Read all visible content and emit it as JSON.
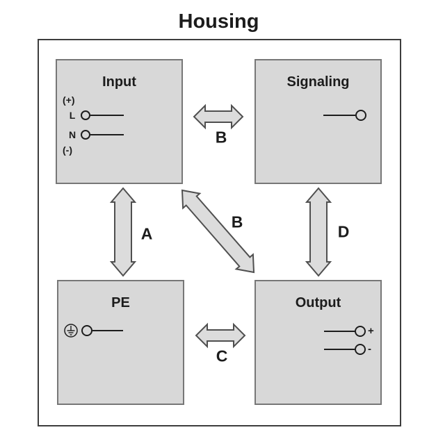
{
  "title": "Housing",
  "colors": {
    "box-fill": "#d8d8d8",
    "box-border": "#777777",
    "outer-border": "#3d3d3d",
    "arrow-fill": "#dcdcdc",
    "arrow-stroke": "#4f4f4f",
    "text": "#1c1c1c"
  },
  "blocks": {
    "input": {
      "label": "Input",
      "terminals": {
        "plus": "(+)",
        "line": "L",
        "neutral": "N",
        "minus": "(-)"
      }
    },
    "signaling": {
      "label": "Signaling"
    },
    "pe": {
      "label": "PE",
      "icon": "protective-earth-icon"
    },
    "output": {
      "label": "Output",
      "terminals": {
        "plus": "+",
        "minus": "-"
      }
    }
  },
  "connections": {
    "a": {
      "label": "A",
      "from": "Input",
      "to": "PE"
    },
    "b_top": {
      "label": "B",
      "from": "Input",
      "to": "Signaling"
    },
    "b_diag": {
      "label": "B",
      "from": "Input",
      "to": "Output"
    },
    "c": {
      "label": "C",
      "from": "PE",
      "to": "Output"
    },
    "d": {
      "label": "D",
      "from": "Signaling",
      "to": "Output"
    }
  }
}
